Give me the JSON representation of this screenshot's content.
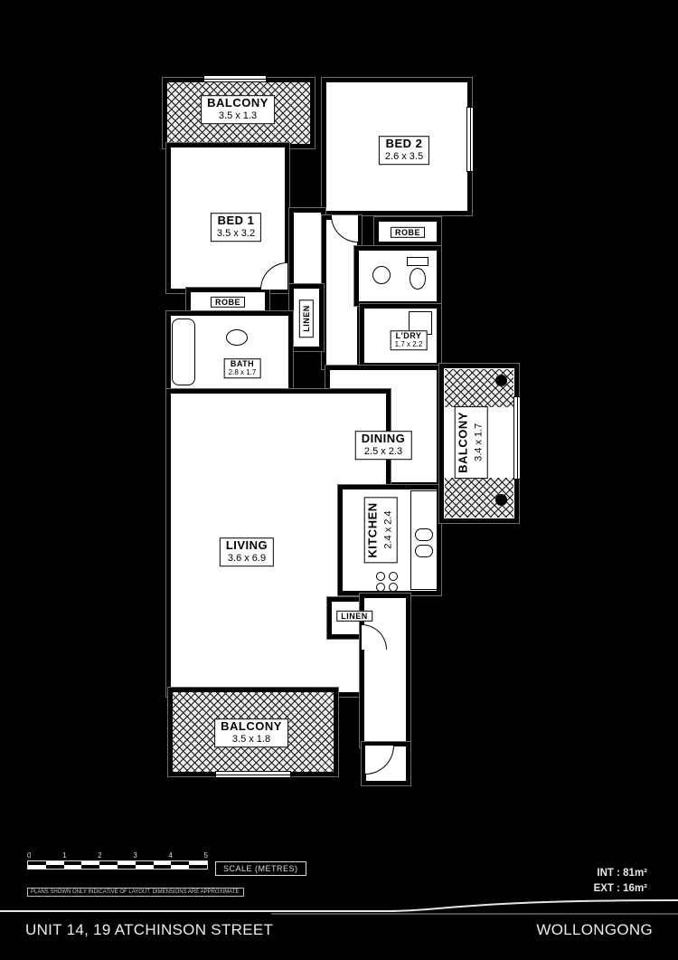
{
  "rooms": {
    "balcony_top": {
      "name": "BALCONY",
      "dims": "3.5 x 1.3"
    },
    "bed2": {
      "name": "BED 2",
      "dims": "2.6 x 3.5"
    },
    "bed1": {
      "name": "BED 1",
      "dims": "3.5 x 3.2"
    },
    "robe_bed1": {
      "name": "ROBE"
    },
    "robe_bed2": {
      "name": "ROBE"
    },
    "linen_hall": {
      "name": "LINEN"
    },
    "bath": {
      "name": "BATH",
      "dims": "2.8 x 1.7"
    },
    "laundry": {
      "name": "L'DRY",
      "dims": "1.7 x 2.2"
    },
    "dining": {
      "name": "DINING",
      "dims": "2.5 x 2.3"
    },
    "balcony_right": {
      "name": "BALCONY",
      "dims": "3.4 x 1.7"
    },
    "kitchen": {
      "name": "KITCHEN",
      "dims": "2.4 x 2.4"
    },
    "living": {
      "name": "LIVING",
      "dims": "3.6 x 6.9"
    },
    "linen_living": {
      "name": "LINEN"
    },
    "balcony_bottom": {
      "name": "BALCONY",
      "dims": "3.5 x 1.8"
    }
  },
  "scale_bar": {
    "label": "SCALE (METRES)",
    "ticks": [
      "0",
      "1",
      "2",
      "3",
      "4",
      "5"
    ],
    "disclaimer": "PLANS SHOWN ONLY INDICATIVE OF LAYOUT. DIMENSIONS ARE APPROXIMATE"
  },
  "areas": {
    "int": "INT : 81m²",
    "ext": "EXT : 16m²"
  },
  "footer": {
    "address": "UNIT 14, 19 ATCHINSON STREET",
    "suburb": "WOLLONGONG"
  },
  "colors": {
    "background": "#000000",
    "wall": "#000000",
    "floor": "#ffffff",
    "label_text": "#000000",
    "footer_text": "#ededed"
  }
}
